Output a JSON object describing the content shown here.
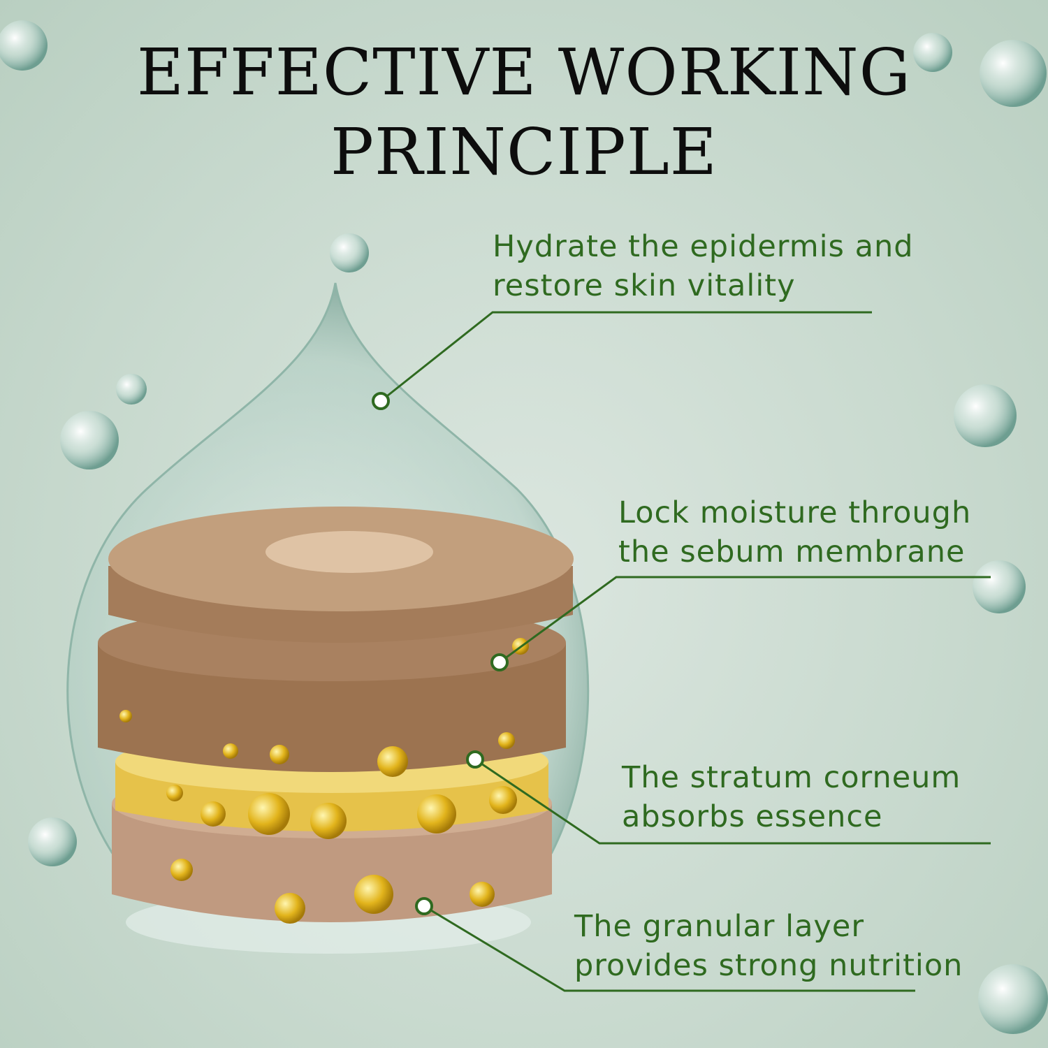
{
  "title": {
    "line1": "EFFECTIVE WORKING",
    "line2": "PRINCIPLE"
  },
  "callouts": [
    {
      "line1": "Hydrate the epidermis and",
      "line2": "restore skin vitality"
    },
    {
      "line1": "Lock moisture through",
      "line2": "the sebum membrane"
    },
    {
      "line1": "The stratum corneum",
      "line2": "absorbs essence"
    },
    {
      "line1": "The granular layer",
      "line2": "provides strong nutrition"
    }
  ],
  "colors": {
    "accent": "#2f6a20",
    "background": "#c9dacf",
    "gold": "#e0b020"
  }
}
